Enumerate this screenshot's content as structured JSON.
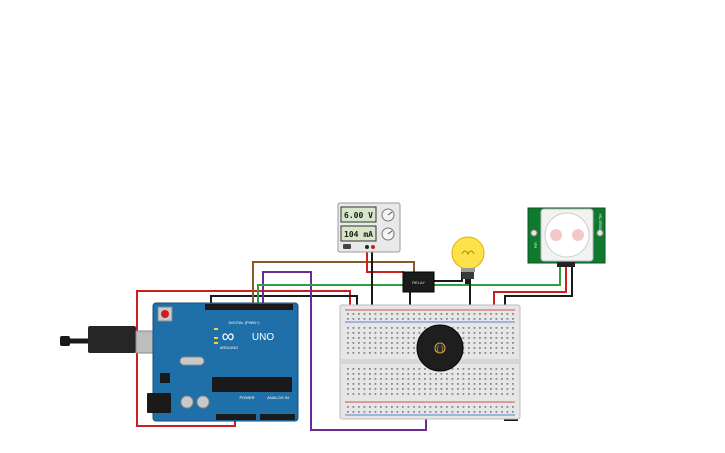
{
  "power_supply": {
    "voltage": "6.00 V",
    "current": "104 mA"
  },
  "arduino": {
    "logo": "∞",
    "model": "UNO",
    "brand": "ARDUINO",
    "digital_label": "DIGITAL (PWM~)",
    "power_label": "POWER",
    "analog_label": "ANALOG IN"
  },
  "pir_sensor": {
    "label_left": "PIR",
    "label_right": "HC-SR501"
  },
  "relay": {
    "label": "RELAY"
  },
  "colors": {
    "board": "#1f6fa8",
    "breadboard": "#e6e6e6",
    "wire_red": "#cc1f1f",
    "wire_black": "#1a1a1a",
    "wire_brown": "#8b5a2b",
    "wire_purple": "#6a2c91",
    "wire_green": "#2ea043",
    "pir_green": "#0f7a2e",
    "bulb_yellow": "#ffe14a"
  }
}
